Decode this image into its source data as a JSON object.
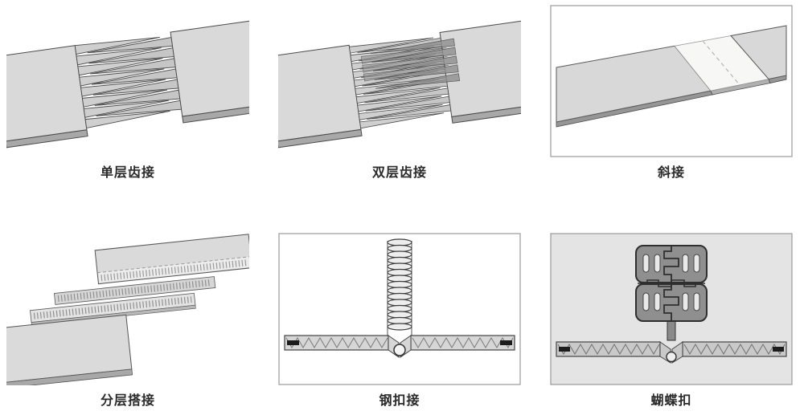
{
  "panels": [
    {
      "id": "single-layer-finger-joint",
      "label": "单层齿接"
    },
    {
      "id": "double-layer-finger-joint",
      "label": "双层齿接"
    },
    {
      "id": "bevel-joint",
      "label": "斜接"
    },
    {
      "id": "layered-lap-joint",
      "label": "分层搭接"
    },
    {
      "id": "steel-fastener-joint",
      "label": "钢扣接"
    },
    {
      "id": "butterfly-fastener-joint",
      "label": "蝴蝶扣"
    }
  ],
  "colors": {
    "background": "#ffffff",
    "belt_gray": "#d9d9d9",
    "belt_edge_shadow": "#a8a8a8",
    "outline": "#4a4a4a",
    "frame_border": "#999999",
    "splice_white": "#f7f7f6",
    "clip_gray": "#8f8f8f",
    "fastener_black": "#1c1c1c",
    "caption_text": "#2a2a2a"
  }
}
